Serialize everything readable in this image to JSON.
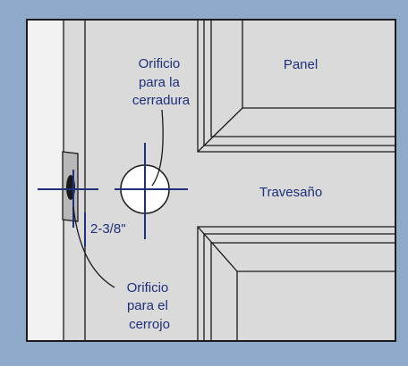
{
  "labels": {
    "lock_hole": [
      "Orificio",
      "para la",
      "cerradura"
    ],
    "bolt_hole": [
      "Orificio",
      "para el",
      "cerrojo"
    ],
    "panel": "Panel",
    "rail": "Travesaño",
    "measurement": "2-3/8\""
  },
  "colors": {
    "frame_background": "#8fa9c9",
    "door_fill": "#dadada",
    "edge_fill": "#f2f2f2",
    "line": "#1a1a1a",
    "text": "#1f2f7a"
  }
}
